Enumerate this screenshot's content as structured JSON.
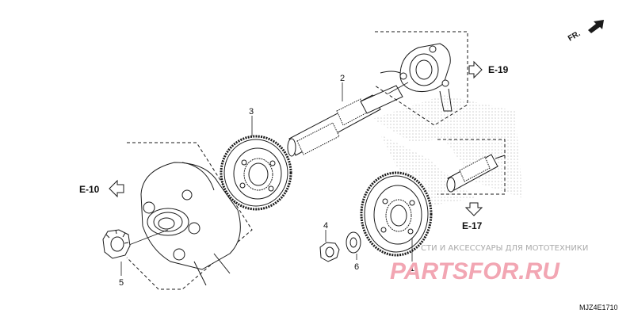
{
  "diagram": {
    "callouts": [
      {
        "id": "c1",
        "label": "1"
      },
      {
        "id": "c2",
        "label": "2"
      },
      {
        "id": "c3",
        "label": "3"
      },
      {
        "id": "c4",
        "label": "4"
      },
      {
        "id": "c5",
        "label": "5"
      },
      {
        "id": "c6",
        "label": "6"
      }
    ],
    "references": {
      "e10": "E-10",
      "e17": "E-17",
      "e19": "E-19"
    },
    "front_indicator": "FR.",
    "diagram_code": "MJZ4E1710"
  },
  "watermark": {
    "tagline": "СТИ И АКСЕССУАРЫ ДЛЯ МОТОТЕХНИКИ",
    "logo_text": "PARTSFOR.RU"
  },
  "colors": {
    "line": "#1a1a1a",
    "watermark_pink": "#f2a6b3",
    "watermark_gray": "#aaaaaa"
  }
}
